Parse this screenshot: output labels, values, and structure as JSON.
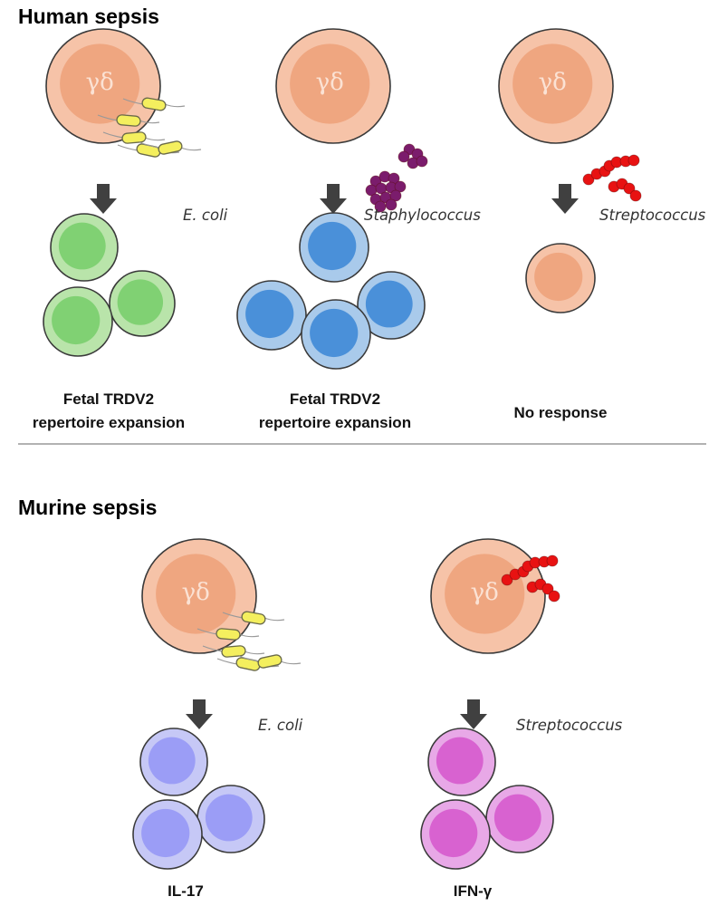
{
  "human": {
    "title": "Human sepsis",
    "cell_label": "γδ",
    "panels": [
      {
        "bacterium": "E. coli",
        "result_line1": "Fetal TRDV2",
        "result_line2": "repertoire expansion"
      },
      {
        "bacterium": "Staphylococcus",
        "result_line1": "Fetal TRDV2",
        "result_line2": "repertoire expansion"
      },
      {
        "bacterium": "Streptococcus",
        "result_line1": "No response"
      }
    ]
  },
  "murine": {
    "title": "Murine sepsis",
    "cell_label": "γδ",
    "panels": [
      {
        "bacterium": "E. coli",
        "result": "IL-17"
      },
      {
        "bacterium": "Streptococcus",
        "result": "IFN-γ"
      }
    ]
  },
  "colors": {
    "gd_outer": "#f6c3a8",
    "gd_inner": "#efa680",
    "green_outer": "#b9e4aa",
    "green_inner": "#80d173",
    "blue_outer": "#a9caeb",
    "blue_inner": "#4a90d9",
    "lavender_outer": "#c6c8f6",
    "lavender_inner": "#9b9df6",
    "pink_outer": "#e8a8e7",
    "pink_inner": "#d862d0",
    "arrow": "#404040",
    "ecoli": "#f4ef5e",
    "staph": "#7b1c6c",
    "strep": "#e81212"
  }
}
